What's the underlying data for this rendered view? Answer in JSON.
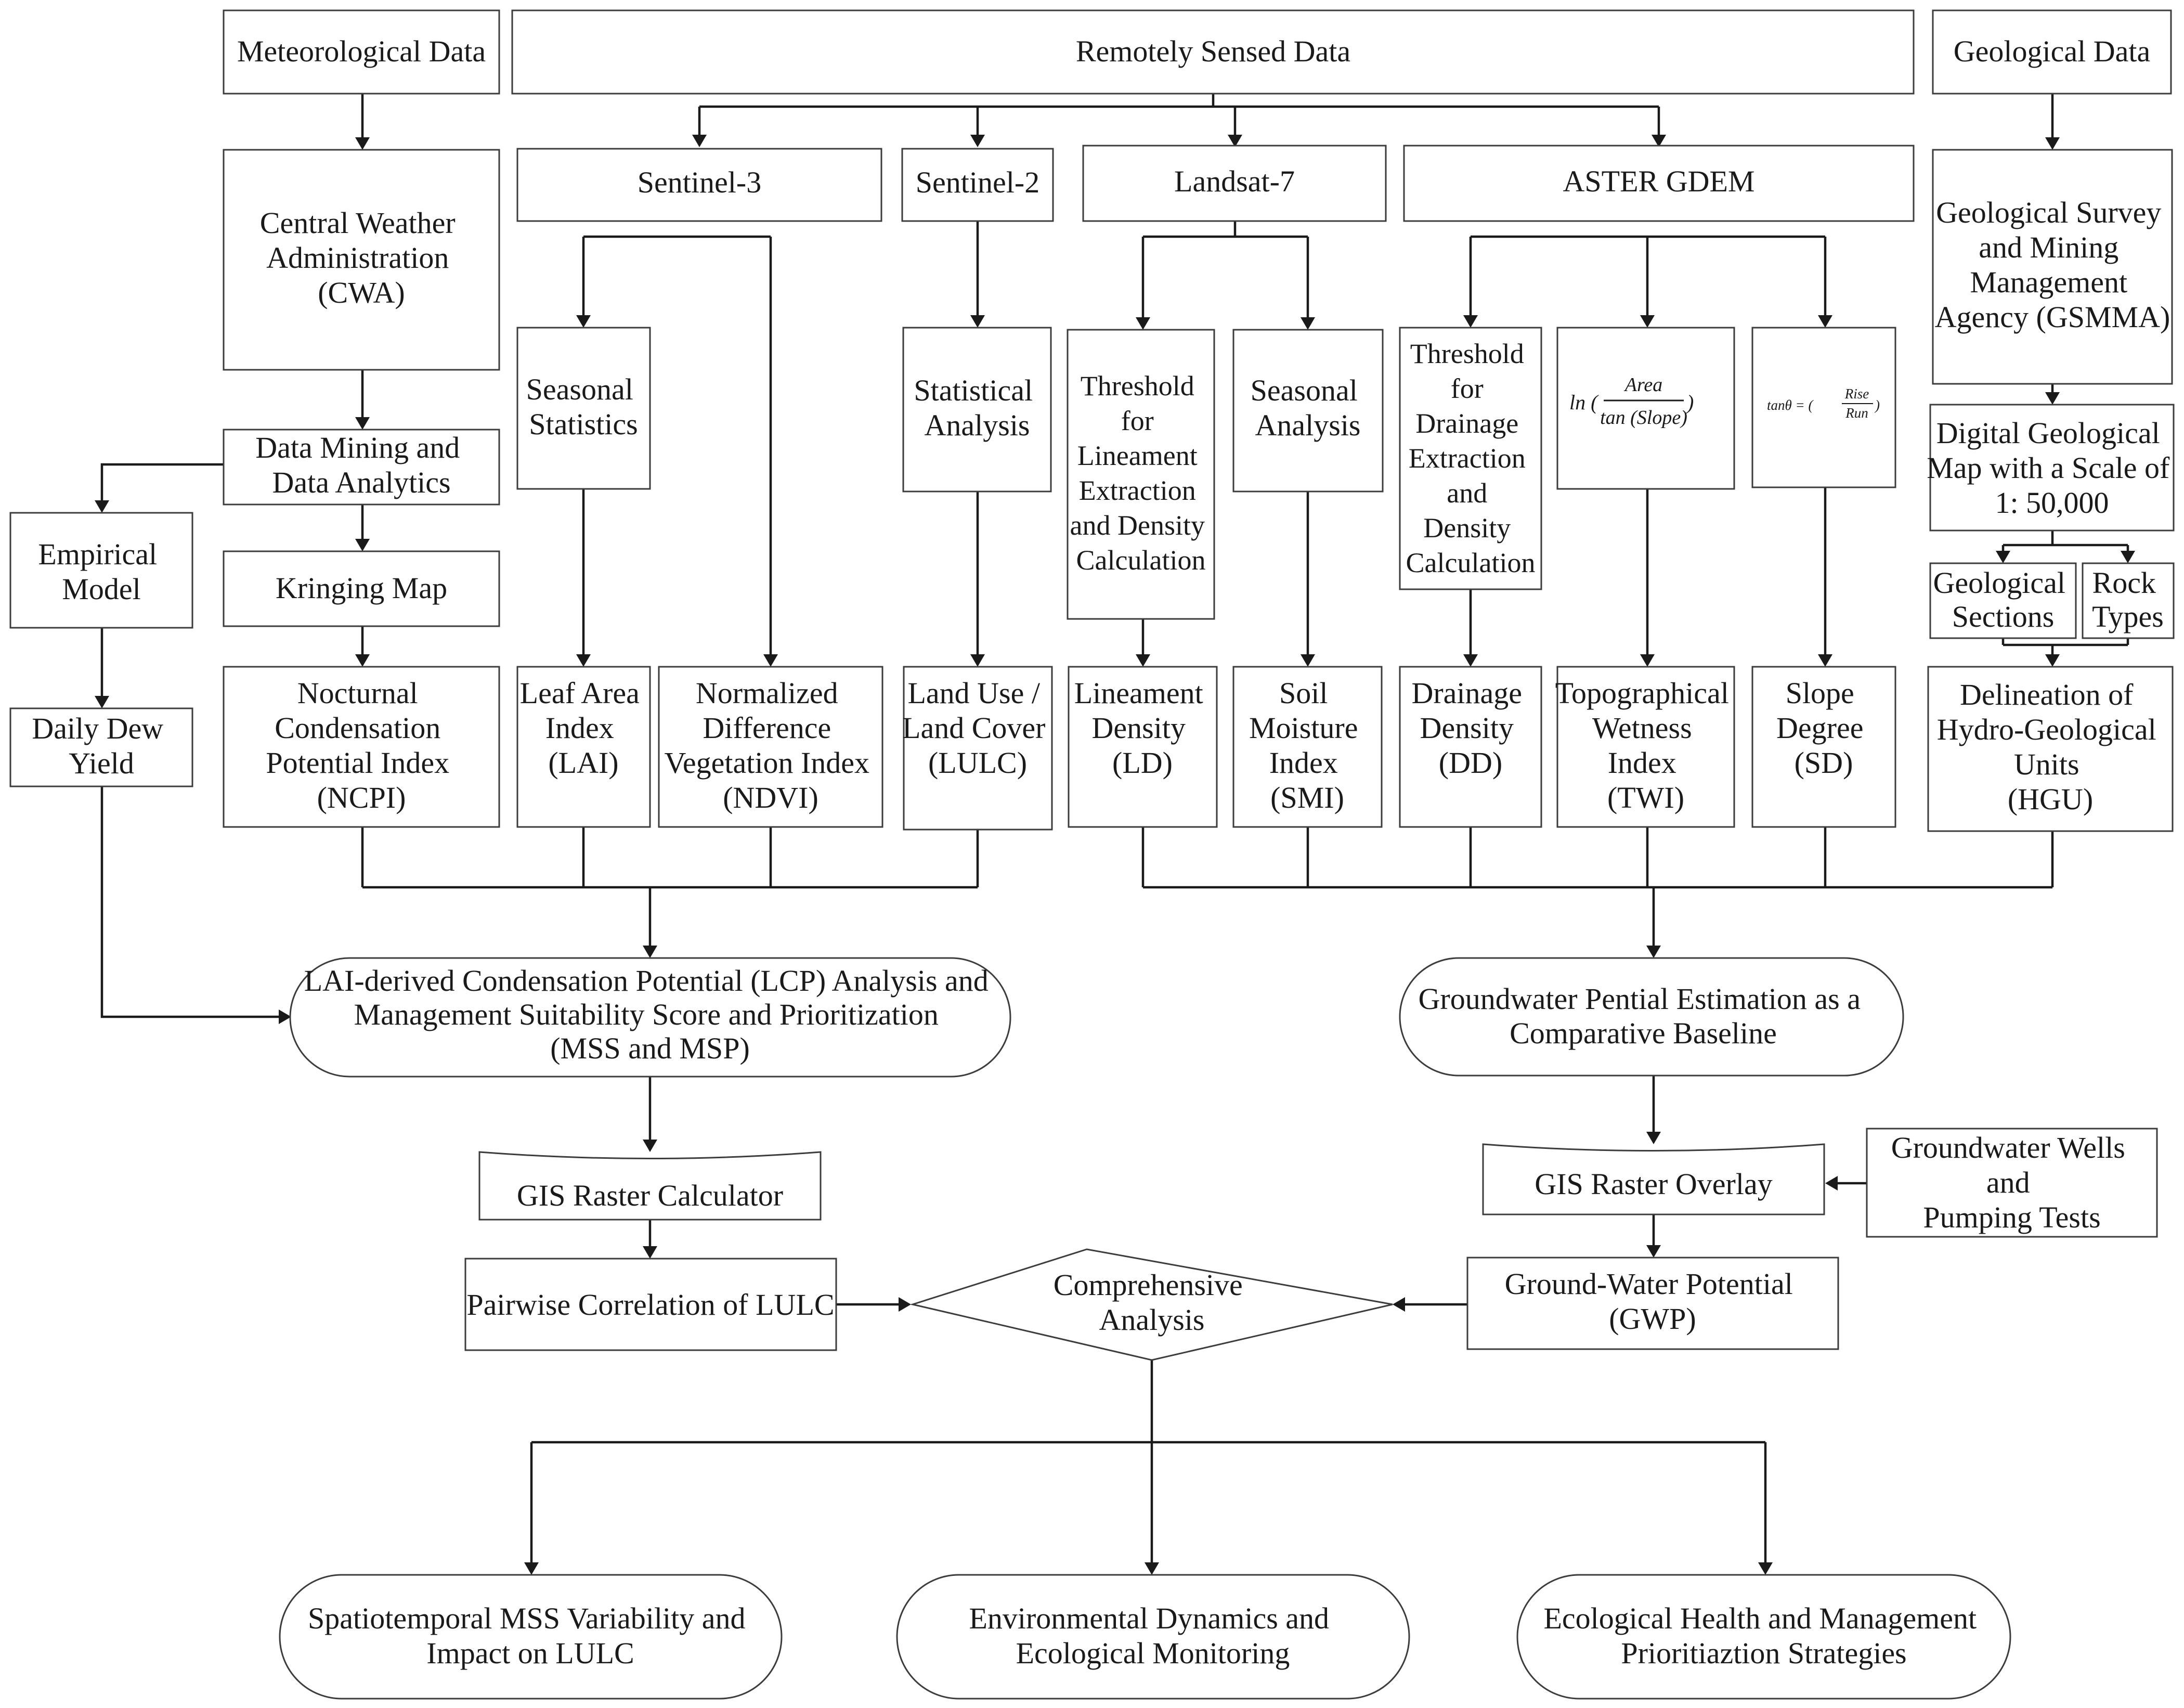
{
  "diagram": {
    "sources": {
      "meteorological": "Meteorological Data",
      "remote": "Remotely Sensed Data",
      "geological": "Geological Data"
    },
    "sensors": {
      "sentinel3": "Sentinel-3",
      "sentinel2": "Sentinel-2",
      "landsat7": "Landsat-7",
      "aster": "ASTER GDEM"
    },
    "cwa": [
      "Central Weather",
      "Administration",
      "(CWA)"
    ],
    "gsmma": [
      "Geological Survey",
      "and Mining",
      "Management",
      "Agency (GSMMA)"
    ],
    "data_mining": [
      "Data Mining and",
      "Data Analytics"
    ],
    "empirical_model": [
      "Empirical",
      "Model"
    ],
    "kriging": "Kringing Map",
    "dew_yield": [
      "Daily Dew",
      "Yield"
    ],
    "seasonal_statistics": [
      "Seasonal",
      "Statistics"
    ],
    "statistical_analysis": [
      "Statistical",
      "Analysis"
    ],
    "lineament_threshold": [
      "Threshold",
      "for",
      "Lineament",
      "Extraction",
      "and Density",
      "Calculation"
    ],
    "seasonal_analysis": [
      "Seasonal",
      "Analysis"
    ],
    "drainage_threshold": [
      "Threshold",
      "for",
      "Drainage",
      "Extraction",
      "and",
      "Density",
      "Calculation"
    ],
    "twi_formula": {
      "ln": "ln (",
      "numerator": "Area",
      "denominator": "tan (Slope)",
      "close": ")"
    },
    "slope_formula": {
      "lhs": "tanθ = (",
      "numerator": "Rise",
      "denominator": "Run",
      "close": ")"
    },
    "geo_map": [
      "Digital Geological",
      "Map with a Scale of",
      "1: 50,000"
    ],
    "geo_sections": [
      "Geological",
      "Sections"
    ],
    "rock_types": [
      "Rock",
      "Types"
    ],
    "indices": {
      "ncpi": [
        "Nocturnal",
        "Condensation",
        "Potential Index",
        "(NCPI)"
      ],
      "lai": [
        "Leaf Area",
        "Index",
        "(LAI)"
      ],
      "ndvi": [
        "Normalized",
        "Difference",
        "Vegetation Index",
        "(NDVI)"
      ],
      "lulc": [
        "Land Use /",
        "Land Cover",
        "(LULC)"
      ],
      "ld": [
        "Lineament",
        "Density",
        "(LD)"
      ],
      "smi": [
        "Soil",
        "Moisture",
        "Index",
        "(SMI)"
      ],
      "dd": [
        "Drainage",
        "Density",
        "(DD)"
      ],
      "twi": [
        "Topographical",
        "Wetness",
        "Index",
        "(TWI)"
      ],
      "sd": [
        "Slope",
        "Degree",
        "(SD)"
      ],
      "hgu": [
        "Delineation of",
        "Hydro-Geological",
        "Units",
        "(HGU)"
      ]
    },
    "lcp_analysis": [
      "LAI-derived Condensation Potential (LCP) Analysis and",
      "Management Suitability Score and Prioritization",
      "(MSS and MSP)"
    ],
    "gw_estimation": [
      "Groundwater Pential Estimation as a",
      "Comparative Baseline"
    ],
    "raster_calculator": "GIS Raster Calculator",
    "raster_overlay": "GIS Raster Overlay",
    "wells": [
      "Groundwater Wells",
      "and",
      "Pumping Tests"
    ],
    "pairwise": "Pairwise Correlation of LULC",
    "gwp": [
      "Ground-Water Potential",
      "(GWP)"
    ],
    "comprehensive": [
      "Comprehensive",
      "Analysis"
    ],
    "outcomes": {
      "mss": [
        "Spatiotemporal MSS Variability and",
        "Impact on LULC"
      ],
      "env": [
        "Environmental Dynamics and",
        "Ecological Monitoring"
      ],
      "eco": [
        "Ecological Health and Management",
        "Prioritiaztion Strategies"
      ]
    }
  }
}
